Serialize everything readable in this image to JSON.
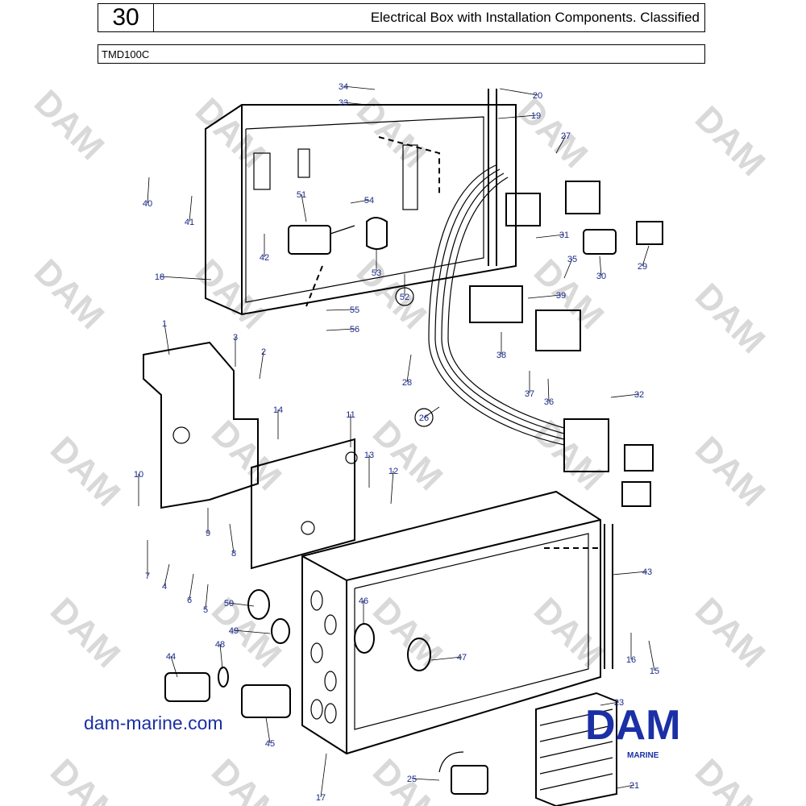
{
  "header": {
    "page_number": "30",
    "title": "Electrical Box with Installation Components. Classified"
  },
  "model": "TMD100C",
  "watermark": "DAM",
  "footer": {
    "website": "dam-marine.com",
    "logo_text": "DAM",
    "logo_subtext": "MARINE"
  },
  "part_numbers": [
    "1",
    "2",
    "3",
    "4",
    "5",
    "6",
    "7",
    "8",
    "9",
    "10",
    "11",
    "12",
    "13",
    "14",
    "15",
    "16",
    "17",
    "18",
    "19",
    "20",
    "21",
    "23",
    "25",
    "26",
    "27",
    "28",
    "29",
    "30",
    "31",
    "32",
    "33",
    "34",
    "35",
    "36",
    "37",
    "38",
    "39",
    "40",
    "41",
    "42",
    "43",
    "44",
    "45",
    "46",
    "47",
    "48",
    "49",
    "50",
    "51",
    "52",
    "53",
    "54",
    "55",
    "56"
  ],
  "colors": {
    "label": "#1a2a8c",
    "logo": "#1b2fa6",
    "watermark": "#d9d9d9"
  }
}
